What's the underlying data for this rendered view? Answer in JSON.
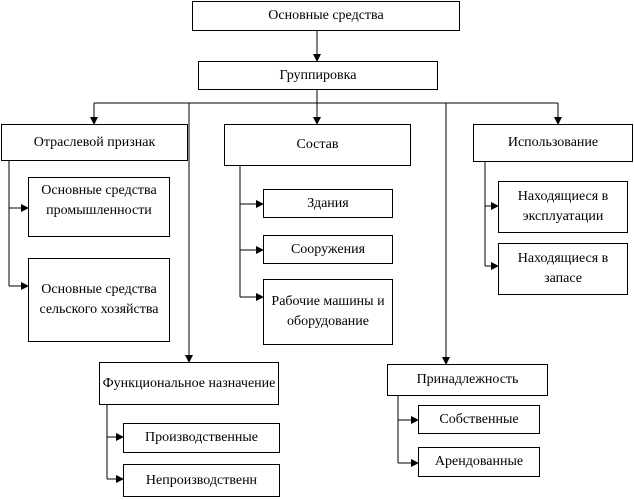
{
  "diagram": {
    "root": "Основные средства",
    "grouping": "Группировка",
    "branches": {
      "sector": {
        "title": "Отраслевой признак",
        "items": [
          "Основные средства промышленности",
          "Основные средства сельского хозяйства"
        ]
      },
      "composition": {
        "title": "Состав",
        "items": [
          "Здания",
          "Сооружения",
          "Рабочие машины и оборудование"
        ]
      },
      "usage": {
        "title": "Использование",
        "items": [
          "Находящиеся в эксплуатации",
          "Находящиеся в запасе"
        ]
      },
      "function": {
        "title": "Функциональное назначение",
        "items": [
          "Производственные",
          "Непроизводственн"
        ]
      },
      "ownership": {
        "title": "Принадлежность",
        "items": [
          "Собственные",
          "Арендованные"
        ]
      }
    }
  }
}
